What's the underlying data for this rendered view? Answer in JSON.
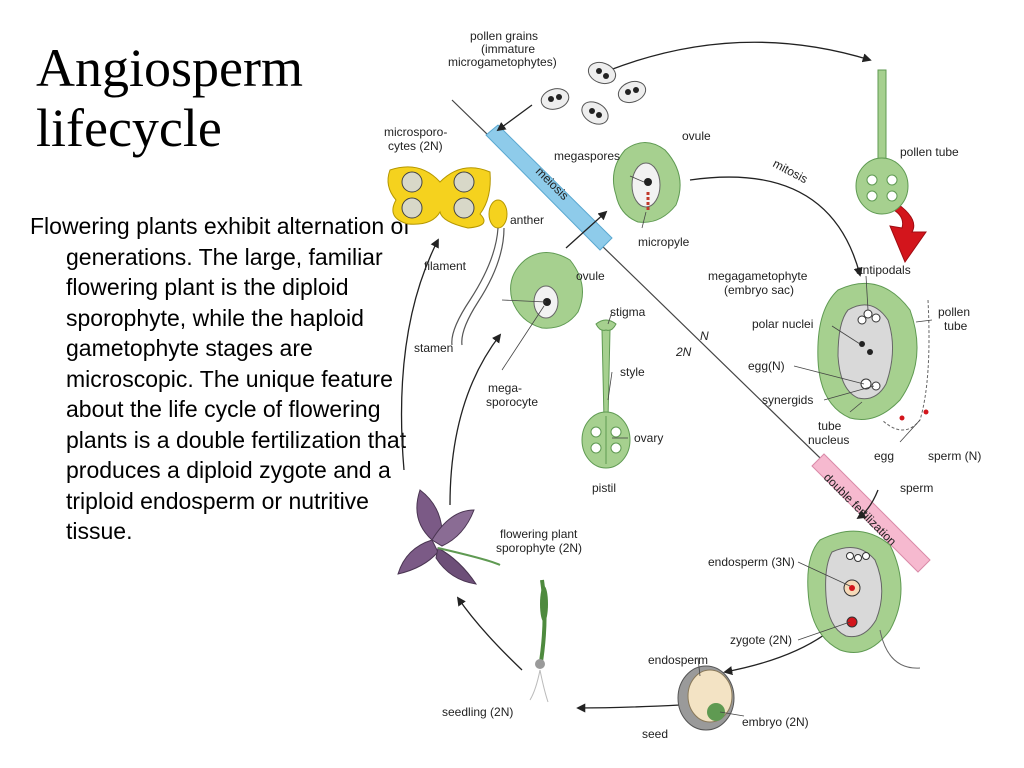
{
  "slide": {
    "title_line1": "Angiosperm",
    "title_line2": "lifecycle",
    "body": "Flowering plants exhibit alternation of generations. The large, familiar flowering plant is the diploid sporophyte, while the haploid gametophyte stages are microscopic. The unique feature about the life cycle of flowering plants is a double fertilization that produces a diploid zygote and a triploid endosperm or nutritive tissue."
  },
  "diagram": {
    "labels": {
      "pollen_grains": [
        "pollen grains",
        "(immature",
        "microgametophytes)"
      ],
      "microsporocytes": [
        "microsporo-",
        "cytes (2N)"
      ],
      "anther": "anther",
      "filament": "filament",
      "stamen": "stamen",
      "ovule_top": "ovule",
      "megaspores": "megaspores",
      "micropyle": "micropyle",
      "ovule_mid": "ovule",
      "stigma": "stigma",
      "megasporocyte": [
        "mega-",
        "sporocyte"
      ],
      "style": "style",
      "ovary": "ovary",
      "pistil": "pistil",
      "pollen_tube_top": "pollen tube",
      "mitosis": "mitosis",
      "antipodals": "antipodals",
      "megagametophyte": [
        "megagametophyte",
        "(embryo sac)"
      ],
      "polar_nuclei": "polar nuclei",
      "pollen_tube_right": [
        "pollen",
        "tube"
      ],
      "egg_n": "egg(N)",
      "synergids": "synergids",
      "tube_nucleus": [
        "tube",
        "nucleus"
      ],
      "egg": "egg",
      "sperm_n": "sperm (N)",
      "sperm": "sperm",
      "flowering_plant": [
        "flowering plant",
        "sporophyte (2N)"
      ],
      "endosperm_3n": "endosperm (3N)",
      "zygote": "zygote (2N)",
      "endosperm": "endosperm",
      "seedling": "seedling (2N)",
      "seed": "seed",
      "embryo": "embryo (2N)",
      "n": "N",
      "two_n": "2N"
    },
    "bands": {
      "meiosis": "meiosis",
      "double_fertilization": "double fertilization"
    },
    "colors": {
      "plant_green": "#a6d08f",
      "green_outline": "#5f9a52",
      "pollen_yellow": "#f5d21e",
      "meiosis_band": "#8ecbea",
      "fertilization_band": "#f6b9cf",
      "red_arrow": "#d3151c",
      "embryo_sac_gray": "#d9d9d9",
      "flower_purple": "#7b5a86"
    }
  }
}
